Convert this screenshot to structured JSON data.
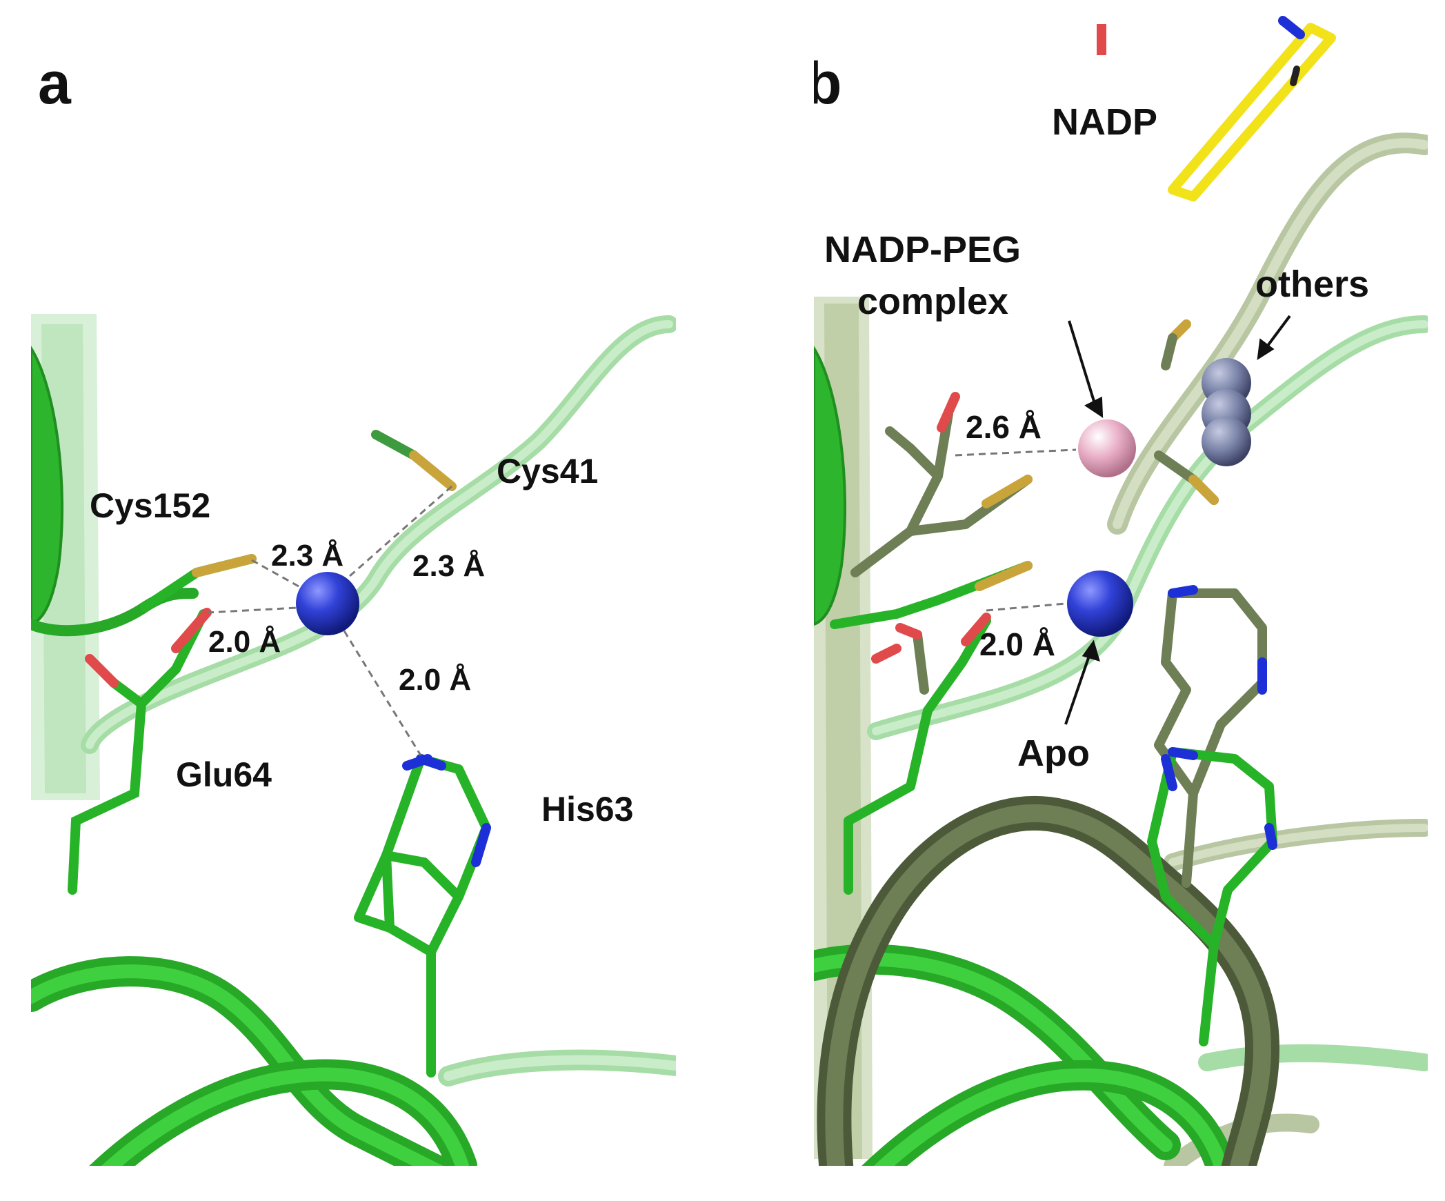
{
  "panel_a": {
    "letter": "a",
    "labels": {
      "cys152": "Cys152",
      "cys41": "Cys41",
      "glu64": "Glu64",
      "his63": "His63"
    },
    "distances": {
      "cys152": "2.3 Å",
      "cys41": "2.3 Å",
      "glu64": "2.0 Å",
      "his63": "2.0 Å"
    }
  },
  "panel_b": {
    "letter": "b",
    "labels": {
      "nadp": "NADP",
      "nadp_peg_line1": "NADP-PEG",
      "nadp_peg_line2": "complex",
      "others": "others",
      "apo": "Apo"
    },
    "distances": {
      "peg_site": "2.6 Å",
      "apo_site": "2.0 Å"
    }
  },
  "colors": {
    "bright_green": "#2ec42e",
    "pale_green": "#a6dca6",
    "olive": "#6e7e55",
    "pale_olive": "#b8c6a2",
    "sulfur": "#c9a43a",
    "nitrogen": "#1d2fd6",
    "oxygen": "#e04a4a",
    "metal_blue": "#2b3bd0",
    "metal_pink": "#e7a9c2",
    "metal_grey": "#7a83a8",
    "nadp_yellow": "#f2e21a"
  }
}
